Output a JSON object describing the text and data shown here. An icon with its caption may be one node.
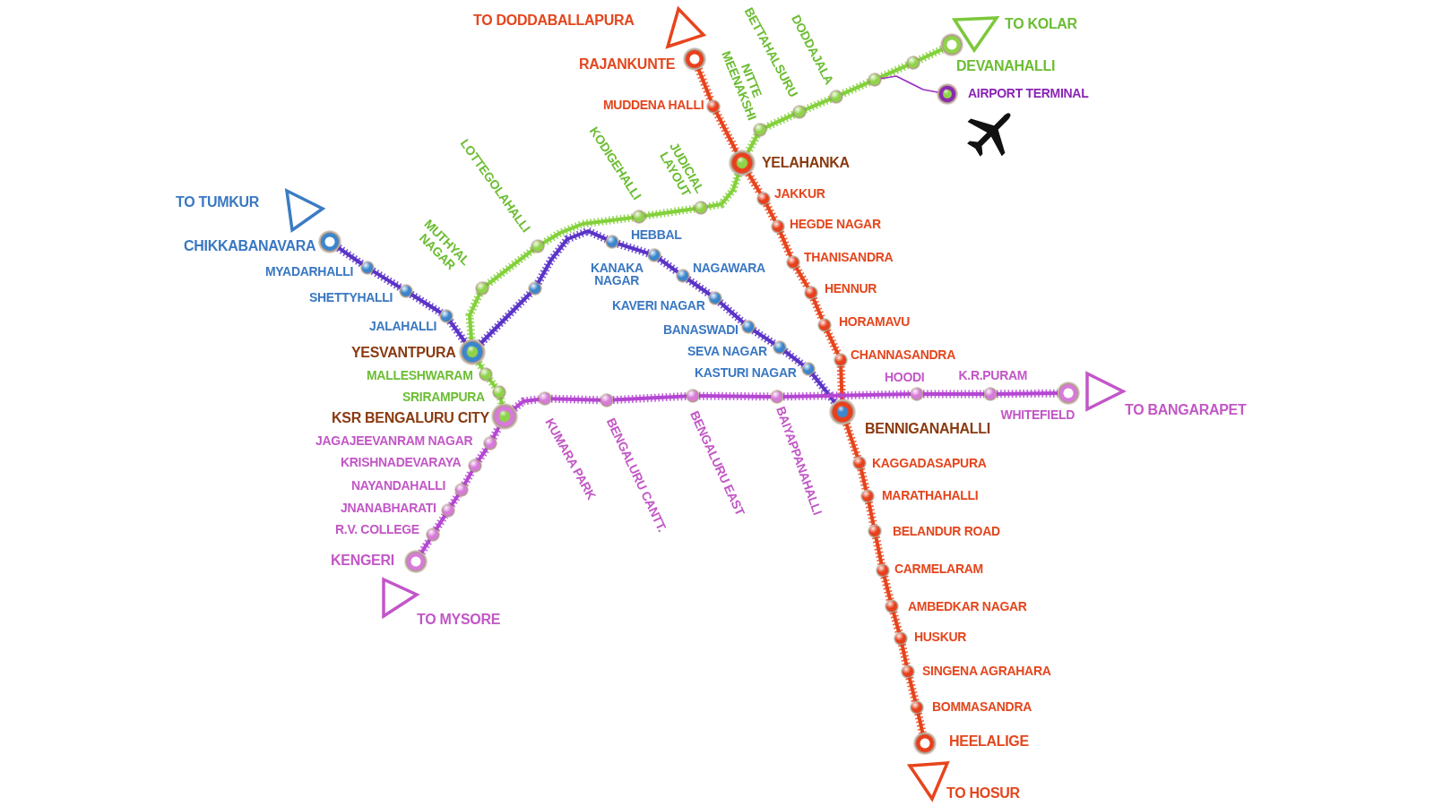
{
  "diagram": {
    "nodes": [
      {
        "text": [],
        "shape": "circle",
        "beside": [
          "RAJANKUNTE"
        ]
      },
      {
        "text": [],
        "shape": "circle",
        "beside": [
          "MUDDENA HALLI"
        ]
      },
      {
        "text": [],
        "shape": "circle",
        "beside": [
          "YELAHANKA"
        ]
      },
      {
        "text": [],
        "shape": "circle",
        "beside": [
          "JAKKUR"
        ]
      },
      {
        "text": [],
        "shape": "circle",
        "beside": [
          "HEGDE NAGAR"
        ]
      },
      {
        "text": [],
        "shape": "circle",
        "beside": [
          "THANISANDRA"
        ]
      },
      {
        "text": [],
        "shape": "circle",
        "beside": [
          "HENNUR"
        ]
      },
      {
        "text": [],
        "shape": "circle",
        "beside": [
          "HORAMAVU"
        ]
      },
      {
        "text": [],
        "shape": "circle",
        "beside": [
          "CHANNASANDRA"
        ]
      },
      {
        "text": [],
        "shape": "circle",
        "beside": [
          "BENNIGANAHALLI"
        ]
      },
      {
        "text": [],
        "shape": "circle",
        "beside": [
          "KAGGADASAPURA"
        ]
      },
      {
        "text": [],
        "shape": "circle",
        "beside": [
          "MARATHAHALLI"
        ]
      },
      {
        "text": [],
        "shape": "circle",
        "beside": [
          "BELANDUR ROAD"
        ]
      },
      {
        "text": [],
        "shape": "circle",
        "beside": [
          "CARMELARAM"
        ]
      },
      {
        "text": [],
        "shape": "circle",
        "beside": [
          "AMBEDKAR NAGAR"
        ]
      },
      {
        "text": [],
        "shape": "circle",
        "beside": [
          "HUSKUR"
        ]
      },
      {
        "text": [],
        "shape": "circle",
        "beside": [
          "SINGENA AGRAHARA"
        ]
      },
      {
        "text": [],
        "shape": "circle",
        "beside": [
          "BOMMASANDRA"
        ]
      },
      {
        "text": [],
        "shape": "circle",
        "beside": [
          "HEELALIGE"
        ]
      },
      {
        "text": [],
        "shape": "circle",
        "beside": [
          "DEVANAHALLI"
        ]
      },
      {
        "text": [],
        "shape": "circle"
      },
      {
        "text": [],
        "shape": "circle"
      },
      {
        "text": [],
        "shape": "circle",
        "beside": [
          "DODDAJALA"
        ]
      },
      {
        "text": [],
        "shape": "circle",
        "beside": [
          "BETTAHALSURU"
        ]
      },
      {
        "text": [],
        "shape": "circle",
        "beside": [
          "NITTE MEENAKSHI"
        ]
      },
      {
        "text": [],
        "shape": "circle",
        "beside": [
          "JUDICIAL LAYOUT"
        ]
      },
      {
        "text": [],
        "shape": "circle",
        "beside": [
          "KODIGEHALLI"
        ]
      },
      {
        "text": [],
        "shape": "circle",
        "beside": [
          "LOTTEGOLAHALLI"
        ]
      },
      {
        "text": [],
        "shape": "circle",
        "beside": [
          "MUTHYAL NAGAR"
        ]
      },
      {
        "text": [],
        "shape": "circle",
        "beside": [
          "YESVANTPURA"
        ]
      },
      {
        "text": [],
        "shape": "circle",
        "beside": [
          "MALLESHWARAM"
        ]
      },
      {
        "text": [],
        "shape": "circle",
        "beside": [
          "SRIRAMPURA"
        ]
      },
      {
        "text": [],
        "shape": "circle",
        "beside": [
          "KSR BENGALURU CITY"
        ]
      },
      {
        "text": [],
        "shape": "circle",
        "beside": [
          "CHIKKABANAVARA"
        ]
      },
      {
        "text": [],
        "shape": "circle",
        "beside": [
          "MYADARHALLI"
        ]
      },
      {
        "text": [],
        "shape": "circle",
        "beside": [
          "SHETTYHALLI"
        ]
      },
      {
        "text": [],
        "shape": "circle",
        "beside": [
          "JALAHALLI"
        ]
      },
      {
        "text": [],
        "shape": "circle"
      },
      {
        "text": [],
        "shape": "circle",
        "beside": [
          "HEBBAL"
        ]
      },
      {
        "text": [],
        "shape": "circle",
        "beside": [
          "KANAKA NAGAR"
        ]
      },
      {
        "text": [],
        "shape": "circle",
        "beside": [
          "NAGAWARA"
        ]
      },
      {
        "text": [],
        "shape": "circle",
        "beside": [
          "KAVERI NAGAR"
        ]
      },
      {
        "text": [],
        "shape": "circle",
        "beside": [
          "BANASWADI"
        ]
      },
      {
        "text": [],
        "shape": "circle",
        "beside": [
          "SEVA NAGAR"
        ]
      },
      {
        "text": [],
        "shape": "circle",
        "beside": [
          "KASTURI NAGAR"
        ]
      },
      {
        "text": [],
        "shape": "circle",
        "beside": [
          "KENGERI"
        ]
      },
      {
        "text": [],
        "shape": "circle",
        "beside": [
          "R.V. COLLEGE"
        ]
      },
      {
        "text": [],
        "shape": "circle",
        "beside": [
          "JNANABHARATI"
        ]
      },
      {
        "text": [],
        "shape": "circle",
        "beside": [
          "NAYANDAHALLI"
        ]
      },
      {
        "text": [],
        "shape": "circle",
        "beside": [
          "KRISHNADEVARAYA"
        ]
      },
      {
        "text": [],
        "shape": "circle",
        "beside": [
          "JAGAJEEVANRAM NAGAR"
        ]
      },
      {
        "text": [],
        "shape": "circle",
        "beside": [
          "KUMARA PARK"
        ]
      },
      {
        "text": [],
        "shape": "circle",
        "beside": [
          "BENGALURU CANTT."
        ]
      },
      {
        "text": [],
        "shape": "circle",
        "beside": [
          "BENGALURU EAST"
        ]
      },
      {
        "text": [],
        "shape": "circle",
        "beside": [
          "BAIYAPPANAHALLI"
        ]
      },
      {
        "text": [],
        "shape": "circle",
        "beside": [
          "HOODI"
        ]
      },
      {
        "text": [],
        "shape": "circle",
        "beside": [
          "K.R.PURAM"
        ]
      },
      {
        "text": [],
        "shape": "circle",
        "beside": [
          "WHITEFIELD"
        ]
      },
      {
        "text": [],
        "shape": "circle",
        "beside": [
          "AIRPORT TERMINAL"
        ]
      }
    ],
    "edges": [
      {
        "from": 0,
        "to": 1,
        "arrow": "none",
        "color": "#e8441c"
      },
      {
        "from": 1,
        "to": 2,
        "arrow": "none",
        "color": "#e8441c"
      },
      {
        "from": 2,
        "to": 3,
        "arrow": "none",
        "color": "#e8441c"
      },
      {
        "from": 3,
        "to": 4,
        "arrow": "none",
        "color": "#e8441c"
      },
      {
        "from": 4,
        "to": 5,
        "arrow": "none",
        "color": "#e8441c"
      },
      {
        "from": 5,
        "to": 6,
        "arrow": "none",
        "color": "#e8441c"
      },
      {
        "from": 6,
        "to": 7,
        "arrow": "none",
        "color": "#e8441c"
      },
      {
        "from": 7,
        "to": 8,
        "arrow": "none",
        "color": "#e8441c"
      },
      {
        "from": 8,
        "to": 9,
        "arrow": "none",
        "color": "#e8441c"
      },
      {
        "from": 9,
        "to": 10,
        "arrow": "none",
        "color": "#e8441c"
      },
      {
        "from": 10,
        "to": 11,
        "arrow": "none",
        "color": "#e8441c"
      },
      {
        "from": 11,
        "to": 12,
        "arrow": "none",
        "color": "#e8441c"
      },
      {
        "from": 12,
        "to": 13,
        "arrow": "none",
        "color": "#e8441c"
      },
      {
        "from": 13,
        "to": 14,
        "arrow": "none",
        "color": "#e8441c"
      },
      {
        "from": 14,
        "to": 15,
        "arrow": "none",
        "color": "#e8441c"
      },
      {
        "from": 15,
        "to": 16,
        "arrow": "none",
        "color": "#e8441c"
      },
      {
        "from": 16,
        "to": 17,
        "arrow": "none",
        "color": "#e8441c"
      },
      {
        "from": 17,
        "to": 18,
        "arrow": "none",
        "color": "#e8441c"
      },
      {
        "from": 19,
        "to": 20,
        "arrow": "none",
        "color": "#84d13c"
      },
      {
        "from": 20,
        "to": 21,
        "arrow": "none",
        "color": "#84d13c"
      },
      {
        "from": 21,
        "to": 22,
        "arrow": "none",
        "color": "#84d13c"
      },
      {
        "from": 22,
        "to": 23,
        "arrow": "none",
        "color": "#84d13c"
      },
      {
        "from": 23,
        "to": 24,
        "arrow": "none",
        "color": "#84d13c"
      },
      {
        "from": 24,
        "to": 2,
        "arrow": "none",
        "color": "#84d13c"
      },
      {
        "from": 2,
        "to": 25,
        "arrow": "none",
        "color": "#84d13c"
      },
      {
        "from": 25,
        "to": 26,
        "arrow": "none",
        "color": "#84d13c"
      },
      {
        "from": 26,
        "to": 27,
        "arrow": "none",
        "color": "#84d13c"
      },
      {
        "from": 27,
        "to": 28,
        "arrow": "none",
        "color": "#84d13c"
      },
      {
        "from": 28,
        "to": 29,
        "arrow": "none",
        "color": "#84d13c"
      },
      {
        "from": 29,
        "to": 30,
        "arrow": "none",
        "color": "#84d13c"
      },
      {
        "from": 30,
        "to": 31,
        "arrow": "none",
        "color": "#84d13c"
      },
      {
        "from": 31,
        "to": 32,
        "arrow": "none",
        "color": "#84d13c"
      },
      {
        "from": 33,
        "to": 34,
        "arrow": "none",
        "color": "#5b34c8"
      },
      {
        "from": 34,
        "to": 35,
        "arrow": "none",
        "color": "#5b34c8"
      },
      {
        "from": 35,
        "to": 36,
        "arrow": "none",
        "color": "#5b34c8"
      },
      {
        "from": 36,
        "to": 29,
        "arrow": "none",
        "color": "#5b34c8"
      },
      {
        "from": 29,
        "to": 37,
        "arrow": "none",
        "color": "#5b34c8"
      },
      {
        "from": 37,
        "to": 38,
        "arrow": "none",
        "color": "#5b34c8"
      },
      {
        "from": 38,
        "to": 39,
        "arrow": "none",
        "color": "#5b34c8"
      },
      {
        "from": 39,
        "to": 40,
        "arrow": "none",
        "color": "#5b34c8"
      },
      {
        "from": 40,
        "to": 41,
        "arrow": "none",
        "color": "#5b34c8"
      },
      {
        "from": 41,
        "to": 42,
        "arrow": "none",
        "color": "#5b34c8"
      },
      {
        "from": 42,
        "to": 43,
        "arrow": "none",
        "color": "#5b34c8"
      },
      {
        "from": 43,
        "to": 44,
        "arrow": "none",
        "color": "#5b34c8"
      },
      {
        "from": 44,
        "to": 9,
        "arrow": "none",
        "color": "#5b34c8"
      },
      {
        "from": 45,
        "to": 46,
        "arrow": "none",
        "color": "#b547d4"
      },
      {
        "from": 46,
        "to": 47,
        "arrow": "none",
        "color": "#b547d4"
      },
      {
        "from": 47,
        "to": 48,
        "arrow": "none",
        "color": "#b547d4"
      },
      {
        "from": 48,
        "to": 49,
        "arrow": "none",
        "color": "#b547d4"
      },
      {
        "from": 49,
        "to": 50,
        "arrow": "none",
        "color": "#b547d4"
      },
      {
        "from": 50,
        "to": 32,
        "arrow": "none",
        "color": "#b547d4"
      },
      {
        "from": 32,
        "to": 51,
        "arrow": "none",
        "color": "#b547d4"
      },
      {
        "from": 51,
        "to": 52,
        "arrow": "none",
        "color": "#b547d4"
      },
      {
        "from": 52,
        "to": 53,
        "arrow": "none",
        "color": "#b547d4"
      },
      {
        "from": 53,
        "to": 54,
        "arrow": "none",
        "color": "#b547d4"
      },
      {
        "from": 54,
        "to": 55,
        "arrow": "none",
        "color": "#b547d4"
      },
      {
        "from": 55,
        "to": 56,
        "arrow": "none",
        "color": "#b547d4"
      },
      {
        "from": 56,
        "to": 57,
        "arrow": "none",
        "color": "#b547d4"
      },
      {
        "from": 21,
        "to": 58,
        "arrow": "none",
        "color": "#9b30c0"
      }
    ],
    "labels": [
      "TO DODDABALLAPURA",
      "TO KOLAR",
      "TO TUMKUR",
      "TO BANGARAPET",
      "TO MYSORE",
      "TO HOSUR"
    ]
  }
}
